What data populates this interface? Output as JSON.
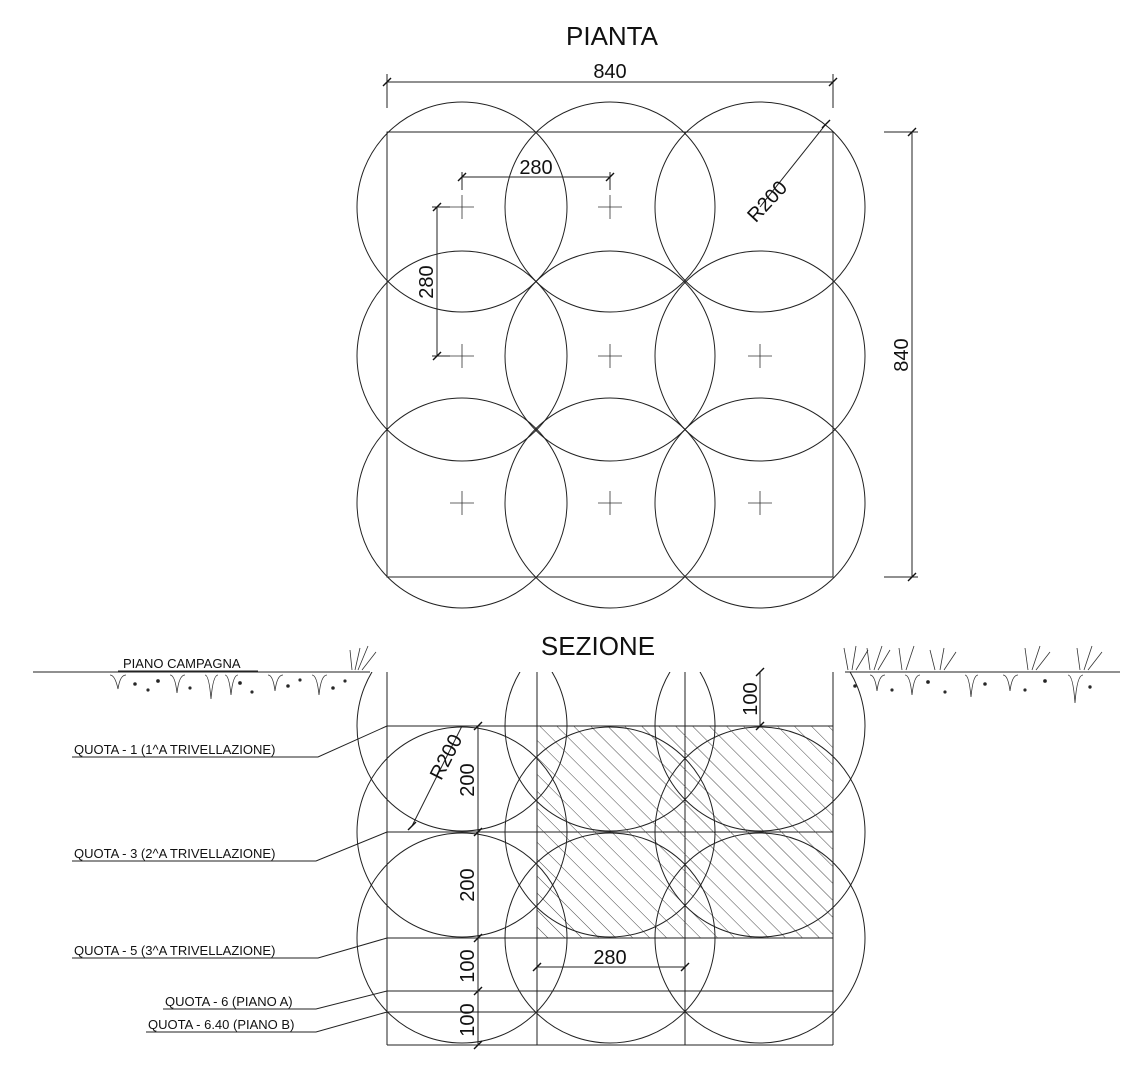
{
  "plan": {
    "title": "PIANTA",
    "dim_width": "840",
    "dim_height": "840",
    "dim_spacing_h": "280",
    "dim_spacing_v": "280",
    "dim_radius": "R200"
  },
  "section": {
    "title": "SEZIONE",
    "ground_label": "PIANO CAMPAGNA",
    "dim_radius": "R200",
    "dim_top": "100",
    "dim_1": "200",
    "dim_2": "200",
    "dim_3": "100",
    "dim_4": "100",
    "dim_spacing": "280",
    "levels": [
      "QUOTA - 1 (1^A TRIVELLAZIONE)",
      "QUOTA - 3 (2^A TRIVELLAZIONE)",
      "QUOTA - 5 (3^A TRIVELLAZIONE)",
      "QUOTA - 6 (PIANO A)",
      "QUOTA - 6.40 (PIANO B)"
    ]
  },
  "colors": {
    "line": "#222222",
    "hatch": "#333333",
    "background": "#ffffff"
  }
}
